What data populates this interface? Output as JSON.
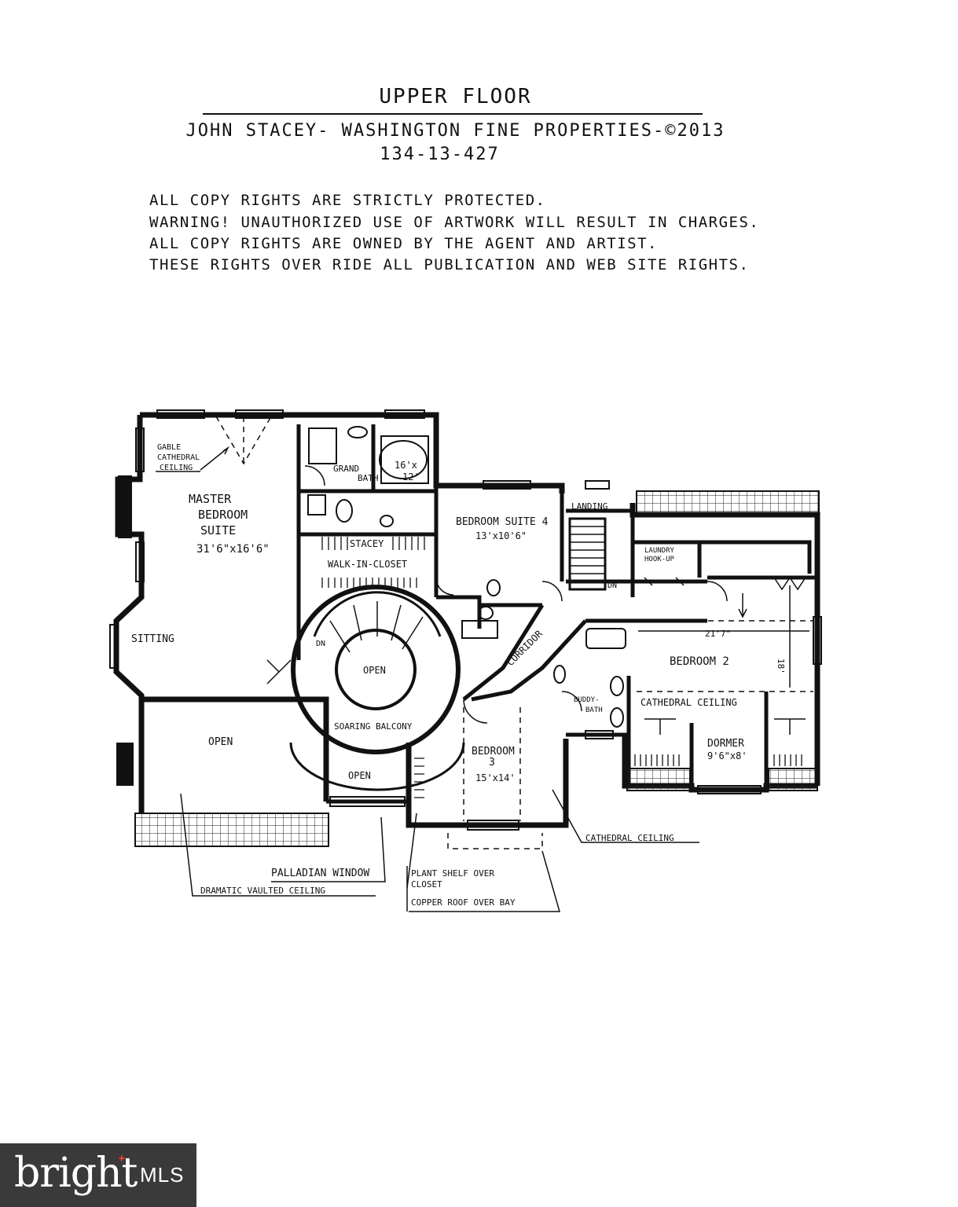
{
  "header": {
    "title": "UPPER FLOOR",
    "credit": "JOHN STACEY- WASHINGTON FINE PROPERTIES-©2013",
    "reference": "134-13-427"
  },
  "notice": [
    "ALL COPY RIGHTS ARE STRICTLY PROTECTED.",
    "WARNING! UNAUTHORIZED USE OF ARTWORK WILL RESULT IN CHARGES.",
    "ALL COPY RIGHTS ARE OWNED BY THE AGENT AND ARTIST.",
    "THESE RIGHTS OVER RIDE ALL PUBLICATION AND WEB SITE RIGHTS."
  ],
  "rooms": {
    "gable_1": "GABLE",
    "gable_2": "CATHEDRAL",
    "gable_3": "CEILING",
    "master_1": "MASTER",
    "master_2": "BEDROOM",
    "master_3": "SUITE",
    "master_dim": "31'6\"x16'6\"",
    "grand_bath_1": "GRAND",
    "grand_bath_2": "BATH",
    "grand_bath_dim_1": "16'x",
    "grand_bath_dim_2": "12'",
    "stacey": "STACEY",
    "walk_in_closet": "WALK-IN-CLOSET",
    "bedroom4": "BEDROOM SUITE 4",
    "bedroom4_dim": "13'x10'6\"",
    "landing": "LANDING",
    "dn_landing": "DN",
    "laundry_1": "LAUNDRY",
    "laundry_2": "HOOK-UP",
    "sitting": "SITTING",
    "dn_stair": "DN",
    "open_center": "OPEN",
    "corridor": "CORRIDOR",
    "bedroom2": "BEDROOM 2",
    "bedroom2_width": "21'7\"",
    "bedroom2_depth": "18'",
    "cathedral_ceiling_b2": "CATHEDRAL CEILING",
    "buddy_bath_1": "BUDDY-",
    "buddy_bath_2": "BATH",
    "soaring_balcony": "SOARING BALCONY",
    "open_left": "OPEN",
    "open_small": "OPEN",
    "bedroom3_1": "BEDROOM",
    "bedroom3_2": "3",
    "bedroom3_dim": "15'x14'",
    "dormer": "DORMER",
    "dormer_dim": "9'6\"x8'"
  },
  "callouts": {
    "cathedral_ceiling": "CATHEDRAL CEILING",
    "palladian_window": "PALLADIAN WINDOW",
    "dramatic_vaulted": "DRAMATIC VAULTED CEILING",
    "plant_shelf_1": "PLANT SHELF OVER",
    "plant_shelf_2": "CLOSET",
    "copper_roof": "COPPER ROOF OVER BAY"
  },
  "watermark": {
    "brand": "bright",
    "suffix": "MLS",
    "dot_color": "#e8412b",
    "background": "#3a3a3a"
  }
}
